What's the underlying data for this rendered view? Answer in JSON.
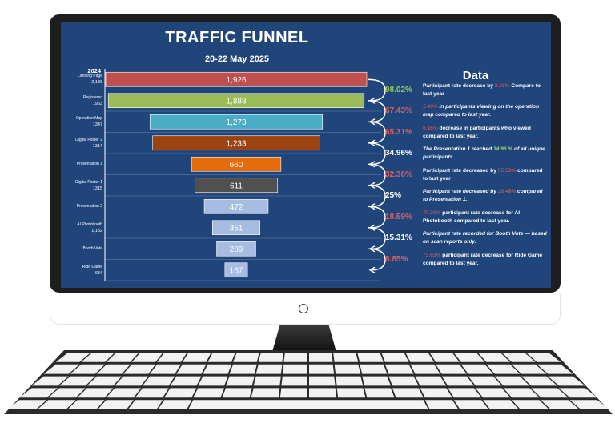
{
  "colors": {
    "screen_bg": "#20457a",
    "pct_green": "#8fcf5a",
    "pct_red": "#e05d5d",
    "pct_white": "#ffffff"
  },
  "chart_data": {
    "type": "bar",
    "title": "TRAFFIC FUNNEL",
    "subtitle": "20-22 May 2025",
    "year_label": "2024",
    "data_heading": "Data",
    "orientation": "horizontal-centered-funnel",
    "categories": [
      "Landing Page",
      "Registered",
      "Operation Map",
      "Digital Poster 2",
      "Presentation 1",
      "Digital Poster 1",
      "Presentation 2",
      "AI Photobooth",
      "Booth Vote",
      "Ride Game"
    ],
    "prior_values_2024": [
      "2,138",
      "1953",
      "1347",
      "1314",
      "",
      "1315",
      "",
      "1,182",
      "",
      "634"
    ],
    "values": [
      1926,
      1888,
      1273,
      1233,
      660,
      611,
      472,
      351,
      289,
      167
    ],
    "value_labels": [
      "1,926",
      "1,888",
      "1,273",
      "1,233",
      "660",
      "611",
      "472",
      "351",
      "289",
      "167"
    ],
    "bar_colors": [
      "#c0504d",
      "#9bbb59",
      "#4bacc6",
      "#9c4310",
      "#e46c0a",
      "#505050",
      "#a6bce0",
      "#a6bce0",
      "#a6bce0",
      "#a6bce0"
    ],
    "conversion_rates": [
      "98.02%",
      "67.43%",
      "65.31%",
      "34.96%",
      "32.36%",
      "25%",
      "18.59%",
      "15.31%",
      "8.85%"
    ],
    "conversion_colors": [
      "green",
      "red",
      "red",
      "white",
      "red",
      "white",
      "red",
      "white",
      "red"
    ],
    "notes": [
      {
        "style": "bold",
        "parts": [
          {
            "t": "Participant rate decrease by "
          },
          {
            "t": "3.28%",
            "c": "red"
          },
          {
            "t": " Compare to last year"
          }
        ]
      },
      {
        "style": "italic",
        "parts": [
          {
            "t": "5.49%",
            "c": "red"
          },
          {
            "t": " in participants viewing on the operation map compared to last year."
          }
        ]
      },
      {
        "style": "bold",
        "parts": [
          {
            "t": "6.16%",
            "c": "red"
          },
          {
            "t": " decrease in participants who viewed compared to last year."
          }
        ]
      },
      {
        "style": "italic",
        "parts": [
          {
            "t": "The Presentation 1 reached "
          },
          {
            "t": "34.96 %",
            "c": "green"
          },
          {
            "t": " of all unique participants"
          }
        ]
      },
      {
        "style": "bold",
        "parts": [
          {
            "t": "Participant rate decreased by "
          },
          {
            "t": "55.53%",
            "c": "red"
          },
          {
            "t": " compared to last year"
          }
        ]
      },
      {
        "style": "italic",
        "parts": [
          {
            "t": "Participant rate decreased by "
          },
          {
            "t": "28.48%",
            "c": "red"
          },
          {
            "t": " compared to Presentation 1."
          }
        ]
      },
      {
        "style": "bold",
        "parts": [
          {
            "t": "70.30%",
            "c": "red"
          },
          {
            "t": " participant rate decrease for AI Photobooth compared to last year."
          }
        ]
      },
      {
        "style": "italic",
        "parts": [
          {
            "t": "Participant rate recorded for Booth Vote — based on scan reports only."
          }
        ]
      },
      {
        "style": "bold",
        "parts": [
          {
            "t": "73.63%",
            "c": "red"
          },
          {
            "t": " participant rate decrease for Ride Game compared to last year."
          }
        ]
      }
    ]
  }
}
